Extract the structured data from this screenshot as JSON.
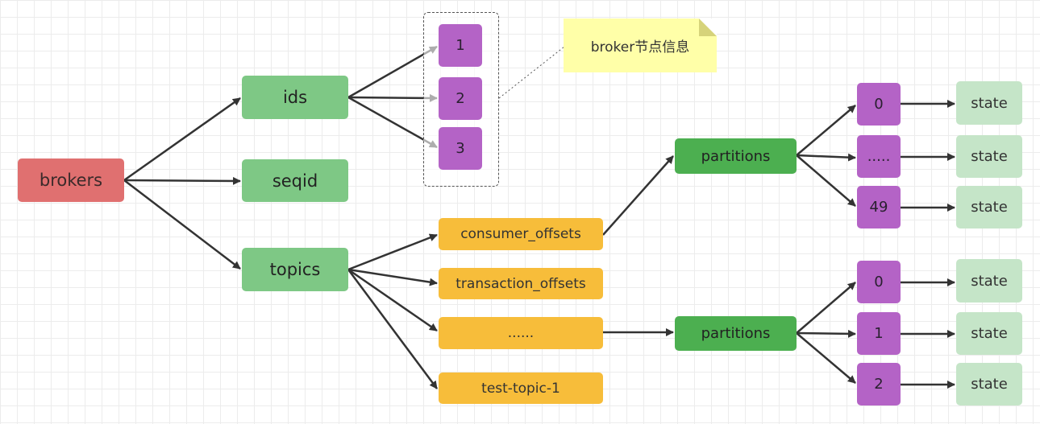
{
  "root": "brokers",
  "level1": {
    "ids": "ids",
    "seqid": "seqid",
    "topics": "topics"
  },
  "broker_ids": [
    "1",
    "2",
    "3"
  ],
  "note": "broker节点信息",
  "topics": [
    "consumer_offsets",
    "transaction_offsets",
    "......",
    "test-topic-1"
  ],
  "partitions_label": "partitions",
  "partitions_a": [
    "0",
    ".....",
    "49"
  ],
  "partitions_b": [
    "0",
    "1",
    "2"
  ],
  "state_label": "state",
  "colors": {
    "root": "#e07070",
    "level1": "#7ec885",
    "partitions": "#4caf50",
    "topic": "#f7bd3a",
    "id": "#b463c6",
    "state": "#c5e5c8",
    "note": "#ffffa8",
    "edge": "#333333"
  }
}
